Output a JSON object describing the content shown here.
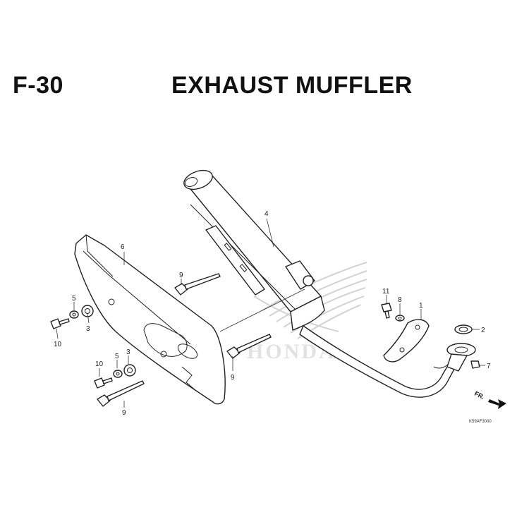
{
  "header": {
    "section_code": "F-30",
    "title": "EXHAUST MUFFLER"
  },
  "callouts": {
    "c1": "1",
    "c2": "2",
    "c3a": "3",
    "c3b": "3",
    "c4": "4",
    "c5a": "5",
    "c5b": "5",
    "c6": "6",
    "c7": "7",
    "c8": "8",
    "c9a": "9",
    "c9b": "9",
    "c9c": "9",
    "c10a": "10",
    "c10b": "10",
    "c11": "11"
  },
  "front_marker": "FR.",
  "reference_code": "K59AF3000",
  "watermark_text": "HONDA"
}
